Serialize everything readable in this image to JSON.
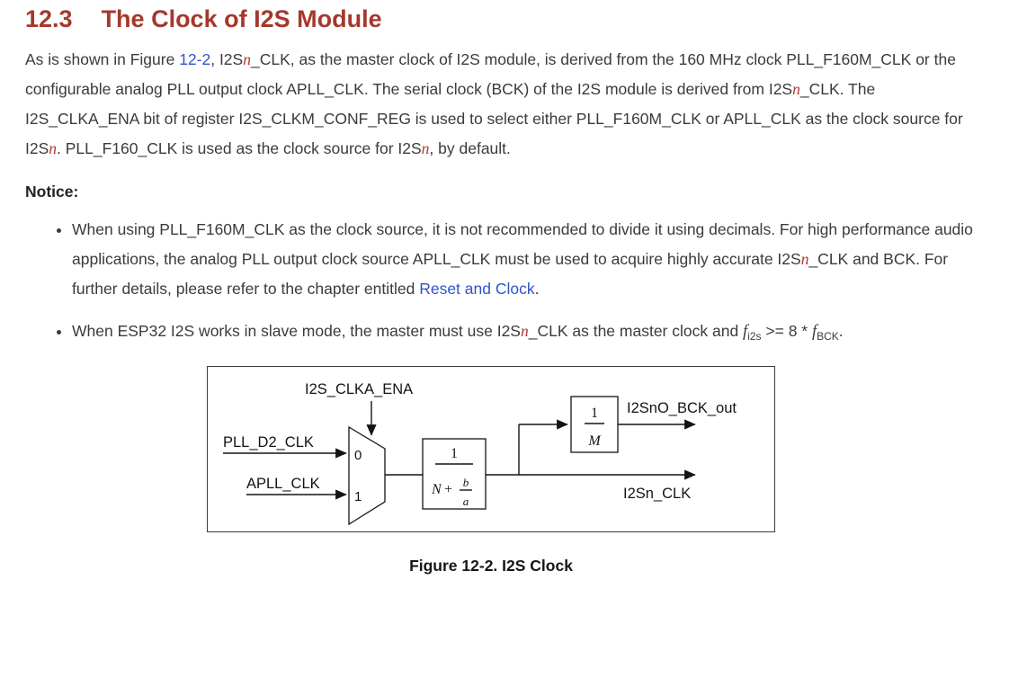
{
  "colors": {
    "heading": "#a5382c",
    "link": "#2f55c9",
    "varn": "#b5372a",
    "text": "#3b3b3b"
  },
  "sym": {
    "n": "n",
    "f": "f"
  },
  "heading": {
    "number": "12.3",
    "title": "The Clock of I2S Module"
  },
  "intro": {
    "s1": "As is shown in Figure ",
    "link_fig": "12-2",
    "s2": ", I2S",
    "s3": "_CLK, as the master clock of I2S module, is derived from the 160 MHz clock PLL_F160M_CLK or the configurable analog PLL output clock APLL_CLK. The serial clock (BCK) of the I2S module is derived from I2S",
    "s4": "_CLK. The I2S_CLKA_ENA bit of register I2S_CLKM_CONF_REG is used to select either PLL_F160M_CLK or APLL_CLK as the clock source for I2S",
    "s5": ". PLL_F160_CLK is used as the clock source for I2S",
    "s6": ", by default."
  },
  "notice_label": "Notice:",
  "bullets": {
    "b1": {
      "s1": "When using PLL_F160M_CLK as the clock source, it is not recommended to divide it using decimals. For high performance audio applications, the analog PLL output clock source APLL_CLK must be used to acquire highly accurate I2S",
      "s2": "_CLK and BCK. For further details, please refer to the chapter entitled ",
      "link_chapter": "Reset and Clock",
      "s3": "."
    },
    "b2": {
      "s1": "When ESP32 I2S works in slave mode, the master must use I2S",
      "s2": "_CLK as the master clock and ",
      "sub1": "i2s",
      "s3": " >= 8 * ",
      "sub2": "BCK",
      "s4": "."
    }
  },
  "figure": {
    "caption": "Figure 12-2. I2S Clock",
    "labels": {
      "clka_ena": "I2S_CLKA_ENA",
      "pll_d2": "PLL_D2_CLK",
      "apll": "APLL_CLK",
      "mux0": "0",
      "mux1": "1",
      "div_num": "1",
      "div_N": "N",
      "div_plus": "+",
      "div_b": "b",
      "div_a": "a",
      "m_num": "1",
      "m_den": "M",
      "bck_out": "I2SnO_BCK_out",
      "i2sn_clk": "I2Sn_CLK"
    }
  }
}
